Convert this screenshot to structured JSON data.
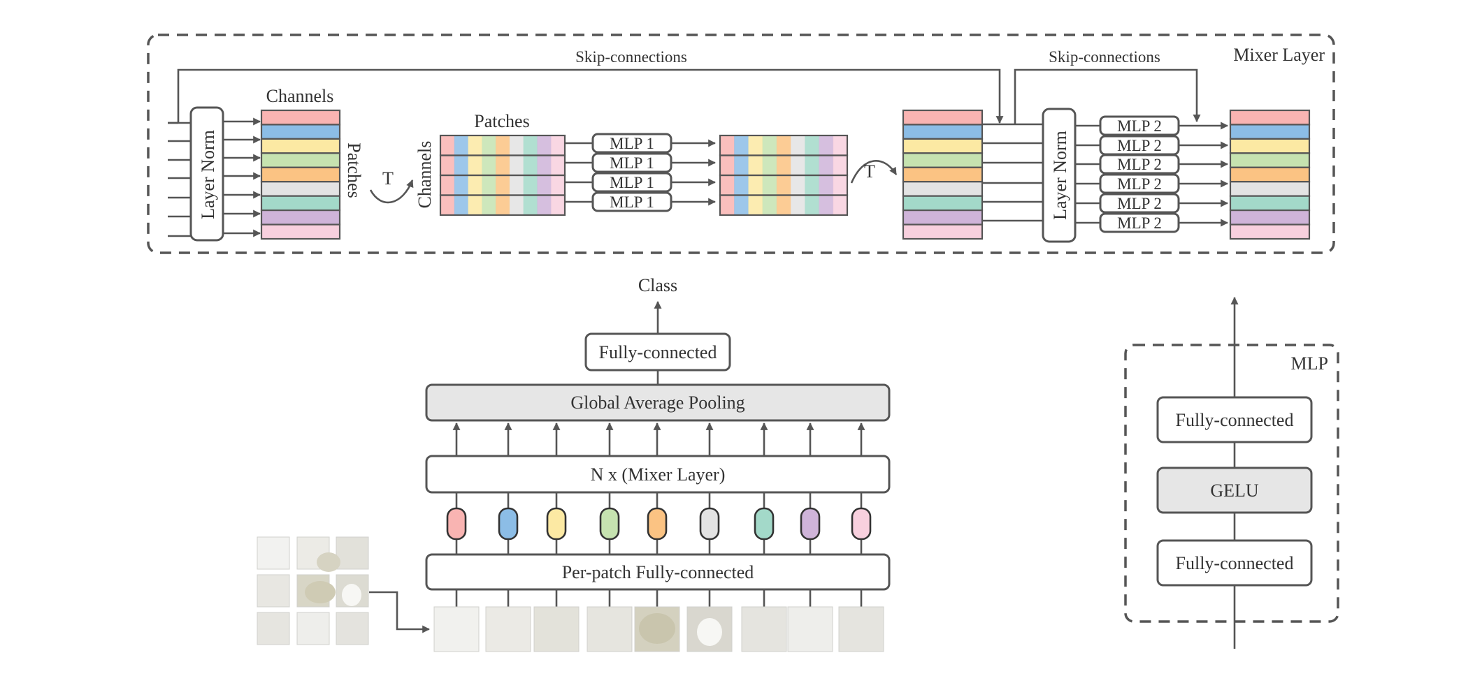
{
  "mixer_layer": {
    "title": "Mixer Layer",
    "skip_connections_label_1": "Skip-connections",
    "skip_connections_label_2": "Skip-connections",
    "layer_norm_label_1": "Layer Norm",
    "layer_norm_label_2": "Layer Norm",
    "channels_label_top": "Channels",
    "patches_label_side": "Patches",
    "patches_label_top": "Patches",
    "channels_label_side": "Channels",
    "transpose_label_1": "T",
    "transpose_label_2": "T",
    "mlp1_blocks": [
      "MLP 1",
      "MLP 1",
      "MLP 1",
      "MLP 1"
    ],
    "mlp2_blocks": [
      "MLP 2",
      "MLP 2",
      "MLP 2",
      "MLP 2",
      "MLP 2",
      "MLP 2"
    ]
  },
  "main_pipeline": {
    "class_label": "Class",
    "fully_connected": "Fully-connected",
    "global_average_pooling": "Global Average Pooling",
    "mixer_layers": "N x (Mixer Layer)",
    "per_patch_fc": "Per-patch Fully-connected"
  },
  "mlp_block": {
    "title": "MLP",
    "fc_top": "Fully-connected",
    "activation": "GELU",
    "fc_bottom": "Fully-connected"
  },
  "colors": {
    "patch_colors": [
      "#f9b4b2",
      "#8cbde6",
      "#fce9a3",
      "#c6e3b0",
      "#fbc383",
      "#e3e3e3",
      "#a3d9c9",
      "#cfb4d9",
      "#f8d0de"
    ],
    "border": "#555555",
    "gray_fill": "#e6e6e6"
  }
}
